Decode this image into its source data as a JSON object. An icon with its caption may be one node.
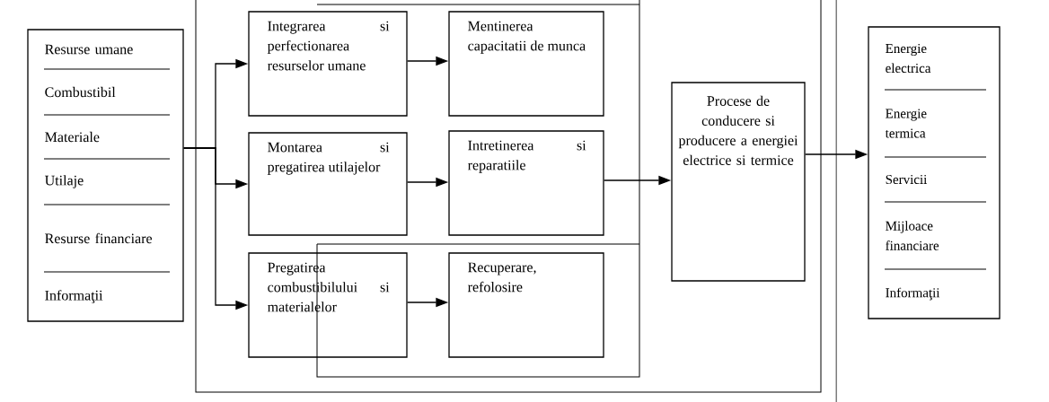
{
  "diagram": {
    "nodes": [
      {
        "text": [
          "Resurse umane",
          "Combustibil",
          "Materiale",
          "Utilaje",
          "Resurse financiare",
          "Informaţii"
        ]
      },
      {
        "text": [
          "Integrarea si perfectionarea resurselor umane"
        ]
      },
      {
        "text": [
          "Mentinerea capacitatii de munca"
        ]
      },
      {
        "text": [
          "Montarea si pregatirea utilajelor"
        ]
      },
      {
        "text": [
          "Intretinerea si reparatiile"
        ]
      },
      {
        "text": [
          "Pregatirea combustibilului si materialelor"
        ]
      },
      {
        "text": [
          "Recuperare, refolosire"
        ]
      },
      {
        "text": [
          "Procese de conducere si producere a energiei electrice si termice"
        ]
      },
      {
        "text": [
          "Energie electrica",
          "Energie termica",
          "Servicii",
          "Mijloace financiare",
          "Informaţii"
        ]
      }
    ],
    "edges": [
      {
        "from": 0,
        "to": 1,
        "arrow": "to"
      },
      {
        "from": 0,
        "to": 3,
        "arrow": "to"
      },
      {
        "from": 0,
        "to": 5,
        "arrow": "to"
      },
      {
        "from": 1,
        "to": 2,
        "arrow": "to"
      },
      {
        "from": 3,
        "to": 4,
        "arrow": "to"
      },
      {
        "from": 5,
        "to": 6,
        "arrow": "to"
      },
      {
        "from": 4,
        "to": 7,
        "arrow": "to"
      },
      {
        "from": 7,
        "to": 8,
        "arrow": "to"
      }
    ]
  }
}
